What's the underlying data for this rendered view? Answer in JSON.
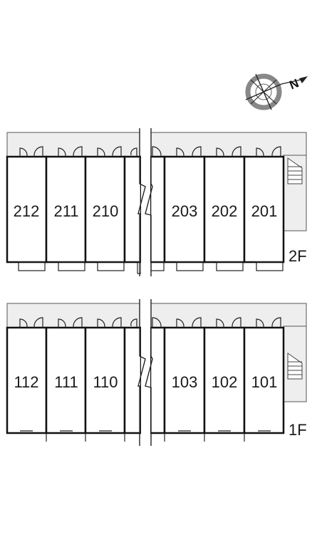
{
  "compass": {
    "label": "N",
    "icon": "compass-icon"
  },
  "floors": [
    {
      "label": "2F",
      "left_units": [
        "212",
        "211",
        "210",
        ""
      ],
      "right_units": [
        "203",
        "202",
        "201"
      ]
    },
    {
      "label": "1F",
      "left_units": [
        "112",
        "111",
        "110",
        ""
      ],
      "right_units": [
        "103",
        "102",
        "101"
      ]
    }
  ],
  "colors": {
    "corridor": "#eeeeee",
    "walls": "#111111",
    "stairs": "#cccccc",
    "compass_ring": "#888888"
  }
}
